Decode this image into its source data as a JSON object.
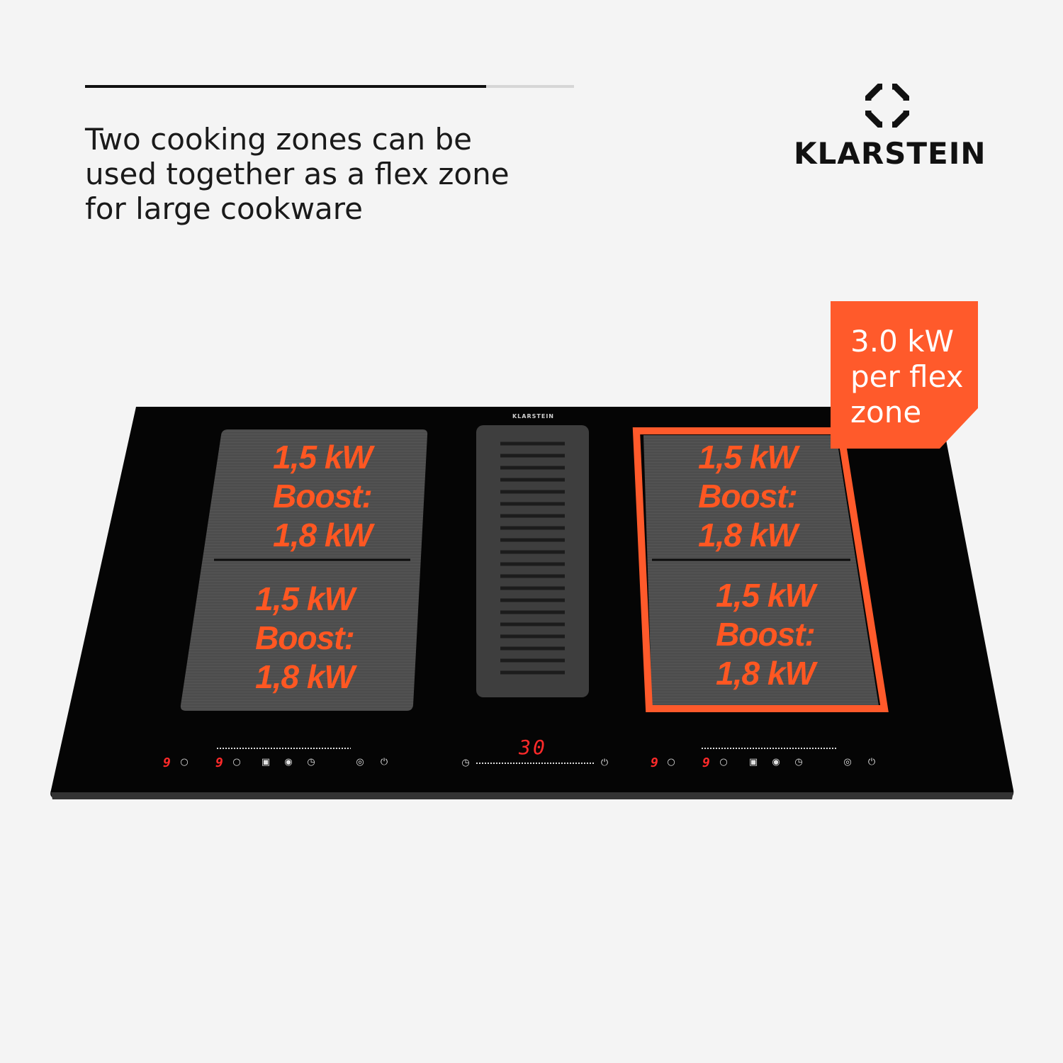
{
  "header": {
    "progress_fraction": 0.82,
    "headline": "Two cooking zones can be used together as a flex zone for large cookware"
  },
  "brand": {
    "name": "KLARSTEIN",
    "hob_label": "KLARSTEIN"
  },
  "flex_badge": {
    "text": "3.0 kW per flex zone",
    "color": "#ff5a2b"
  },
  "zones": [
    {
      "power": "1,5 kW",
      "boost_label": "Boost:",
      "boost_power": "1,8 kW"
    },
    {
      "power": "1,5 kW",
      "boost_label": "Boost:",
      "boost_power": "1,8 kW"
    },
    {
      "power": "1,5 kW",
      "boost_label": "Boost:",
      "boost_power": "1,8 kW"
    },
    {
      "power": "1,5 kW",
      "boost_label": "Boost:",
      "boost_power": "1,8 kW"
    }
  ],
  "controls": {
    "timer_display": "30",
    "zone_levels": [
      "9",
      "9",
      "9",
      "9"
    ]
  },
  "colors": {
    "accent": "#ff5722",
    "display_red": "#ff2a2a",
    "hob_black": "#050505",
    "zone_grey": "#4a4a4a"
  }
}
